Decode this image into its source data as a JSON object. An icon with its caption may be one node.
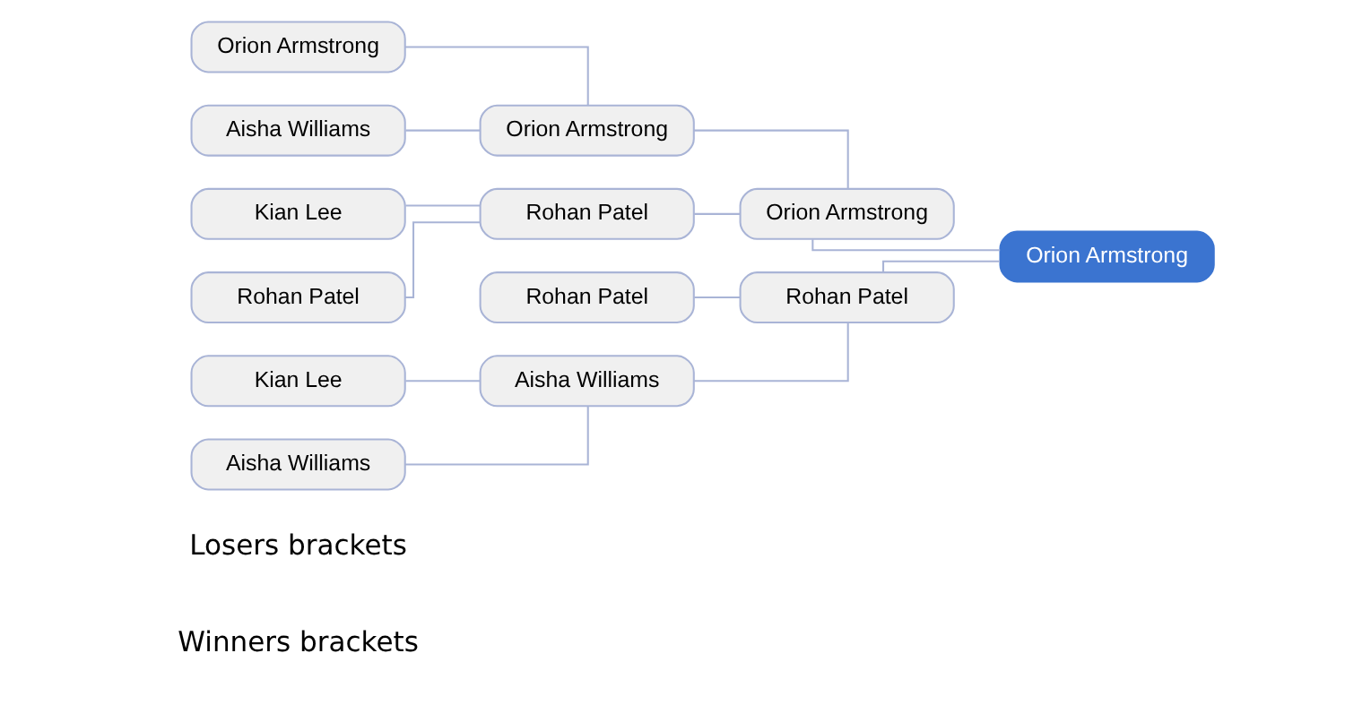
{
  "diagram": {
    "nodes": [
      {
        "text": [
          "Orion Armstrong"
        ]
      },
      {
        "text": [
          "Aisha Williams"
        ]
      },
      {
        "text": [
          "Kian Lee"
        ]
      },
      {
        "text": [
          "Rohan Patel"
        ]
      },
      {
        "text": [
          "Orion Armstrong"
        ]
      },
      {
        "text": [
          "Rohan Patel"
        ]
      },
      {
        "text": [
          "Orion Armstrong"
        ]
      },
      {
        "text": [
          "Orion Armstrong"
        ]
      },
      {
        "text": [
          "Kian Lee"
        ]
      },
      {
        "text": [
          "Aisha Williams"
        ]
      },
      {
        "text": [
          "Aisha Williams"
        ]
      },
      {
        "text": [
          "Rohan Patel"
        ]
      },
      {
        "text": [
          "Rohan Patel"
        ]
      }
    ],
    "edges": [
      {
        "from": 0,
        "to": 4,
        "arrow": "none"
      },
      {
        "from": 1,
        "to": 4,
        "arrow": "none"
      },
      {
        "from": 2,
        "to": 5,
        "arrow": "none"
      },
      {
        "from": 3,
        "to": 5,
        "arrow": "none"
      },
      {
        "from": 4,
        "to": 6,
        "arrow": "none"
      },
      {
        "from": 5,
        "to": 6,
        "arrow": "none"
      },
      {
        "from": 6,
        "to": 7,
        "arrow": "none"
      },
      {
        "from": 8,
        "to": 10,
        "arrow": "none"
      },
      {
        "from": 9,
        "to": 10,
        "arrow": "none"
      },
      {
        "from": 10,
        "to": 12,
        "arrow": "none"
      },
      {
        "from": 11,
        "to": 12,
        "arrow": "none"
      },
      {
        "from": 12,
        "to": 7,
        "arrow": "none"
      }
    ],
    "labels": [
      "Winners brackets",
      "Losers brackets"
    ]
  }
}
